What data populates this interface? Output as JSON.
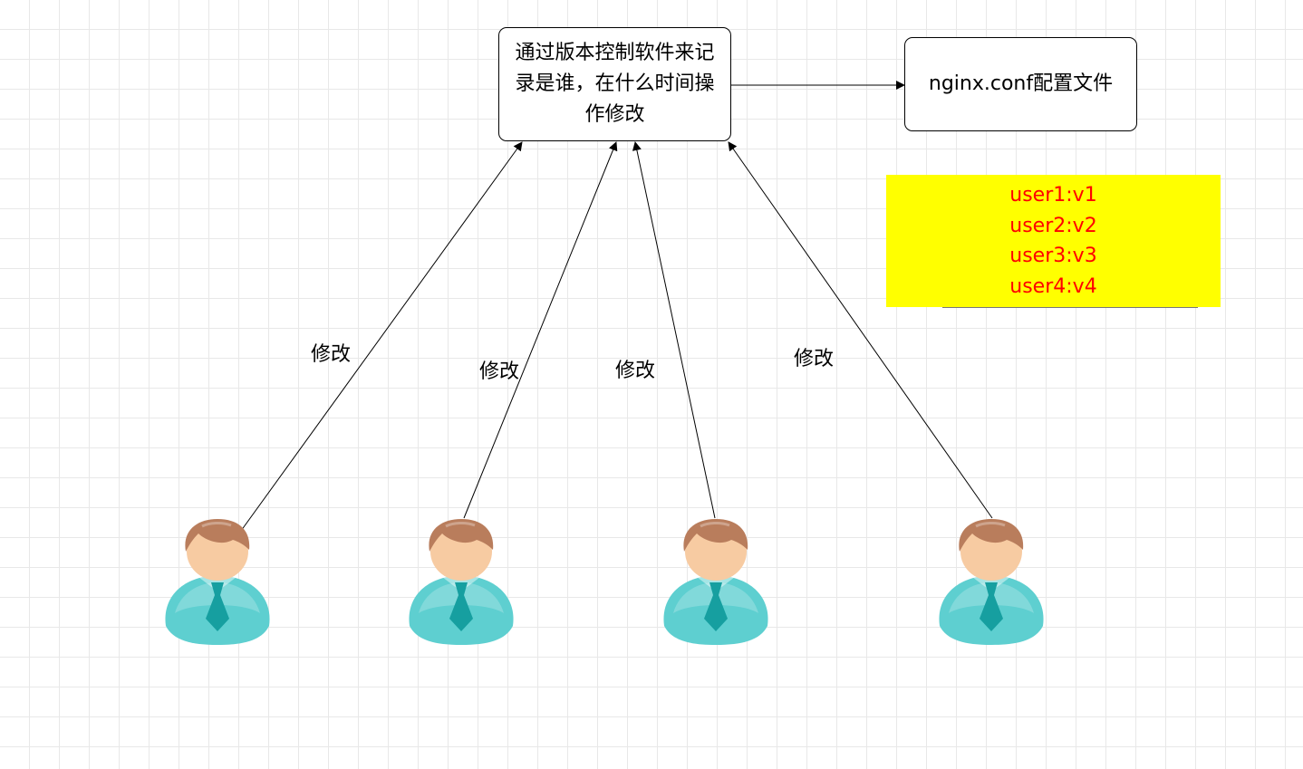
{
  "colors": {
    "note_fill": "#ffff00",
    "note_text": "#ff0000",
    "stroke": "#000000",
    "shirt": "#5ecfd0",
    "tie": "#169fa0",
    "hair": "#b97d5c",
    "skin": "#f7cba2"
  },
  "nodes": {
    "vcs": {
      "label": "通过版本控制软件来记录是谁，在什么时间操作修改"
    },
    "config": {
      "label": "nginx.conf配置文件"
    }
  },
  "note": {
    "lines": [
      "user1:v1",
      "user2:v2",
      "user3:v3",
      "user4:v4"
    ]
  },
  "edges": {
    "labels": [
      "修改",
      "修改",
      "修改",
      "修改"
    ]
  },
  "users": [
    {
      "icon": "user-icon"
    },
    {
      "icon": "user-icon"
    },
    {
      "icon": "user-icon"
    },
    {
      "icon": "user-icon"
    }
  ]
}
